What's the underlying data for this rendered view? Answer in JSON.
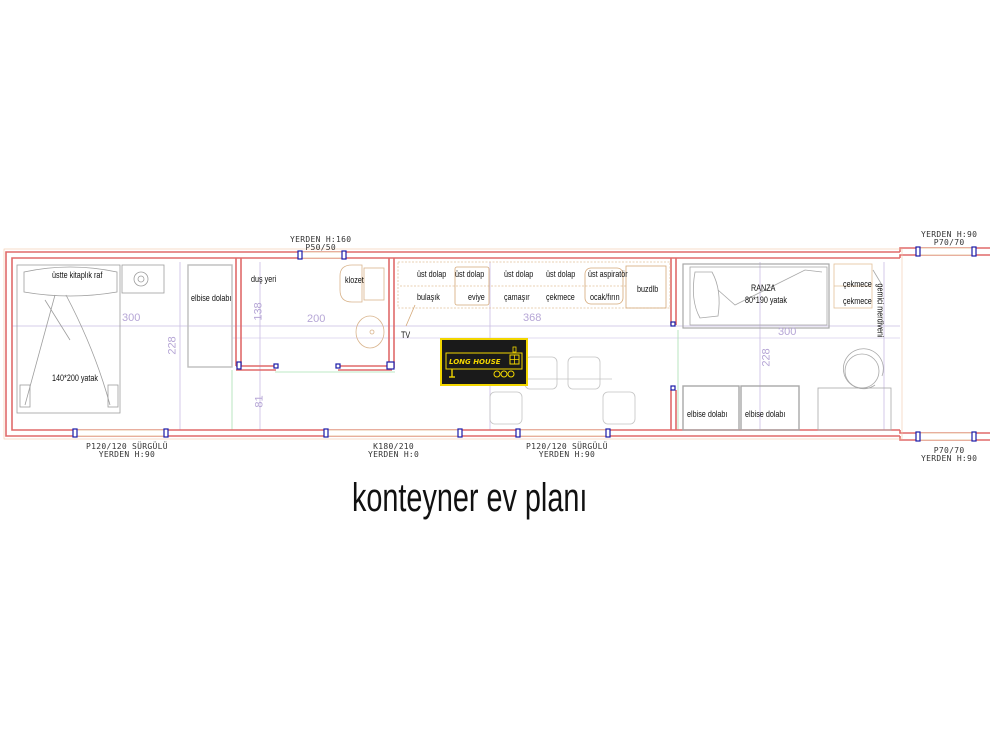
{
  "title": "konteyner ev planı",
  "logo": {
    "text": "LONG HOUSE"
  },
  "colors": {
    "wall": "#e06a6a",
    "dimension": "#b6a6d6",
    "furniture": "#bdbdbd",
    "kitchen": "#e8c9a0",
    "window_marker": "#1a1aa8",
    "logo_bg": "#1a1a1a",
    "logo_accent": "#f2d600"
  },
  "rooms": {
    "bedroom": {
      "bed_label": "140*200 yatak",
      "shelf_label": "üstte kitaplık raf",
      "wardrobe_label": "elbise dolabı",
      "width_dim": "300",
      "depth_dim": "228"
    },
    "bathroom": {
      "shower_label": "duş yeri",
      "toilet_label": "klozet",
      "width_dim": "200",
      "depth_dim": "138",
      "corridor_dim": "81"
    },
    "kitchen": {
      "width_dim": "368",
      "tv_label": "TV",
      "cabinets": [
        {
          "top": "üst dolap",
          "bottom": "bulaşık"
        },
        {
          "top": "üst dolap",
          "bottom": "eviye"
        },
        {
          "top": "üst dolap",
          "bottom": "çamaşır"
        },
        {
          "top": "üst dolap",
          "bottom": "çekmece"
        },
        {
          "top": "üst aspiratör",
          "bottom": "ocak/fırın"
        }
      ],
      "fridge_label": "buzdlb"
    },
    "kids_room": {
      "bunk_title": "RANZA",
      "bunk_label": "80*190 yatak",
      "drawers": [
        "çekmece",
        "çekmece"
      ],
      "stair_label": "gemici merdiveni",
      "wardrobes": [
        "elbise dolabı",
        "elbise dolabı"
      ],
      "width_dim": "300",
      "depth_dim": "228"
    }
  },
  "openings": {
    "bath_window": {
      "line1": "YERDEN H:160",
      "line2": "P50/50"
    },
    "bedroom_window": {
      "line1": "P120/120 SÜRGÜLÜ",
      "line2": "YERDEN H:90"
    },
    "entrance_door": {
      "line1": "K180/210",
      "line2": "YERDEN H:0"
    },
    "living_window": {
      "line1": "P120/120 SÜRGÜLÜ",
      "line2": "YERDEN H:90"
    },
    "kids_window_top": {
      "line1": "YERDEN H:90",
      "line2": "P70/70"
    },
    "kids_window_bottom": {
      "line1": "P70/70",
      "line2": "YERDEN H:90"
    }
  }
}
